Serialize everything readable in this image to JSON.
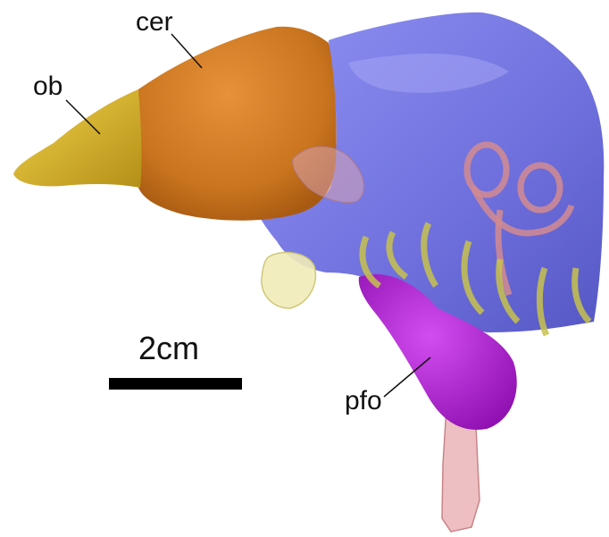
{
  "figure": {
    "labels": {
      "cer": "cer",
      "ob": "ob",
      "pfo": "pfo"
    },
    "scale_bar": {
      "text": "2cm"
    },
    "colors": {
      "background": "#ffffff",
      "olfactory_bulb": "#d8b52a",
      "cerebrum": "#cf7b23",
      "braincase": "#7f80e6",
      "pink_canals": "#e7a5a8",
      "yellow_vessels": "#cfca6a",
      "pfo_structure": "#b11fd8",
      "label_text": "#111111",
      "scale_bar": "#000000"
    }
  }
}
